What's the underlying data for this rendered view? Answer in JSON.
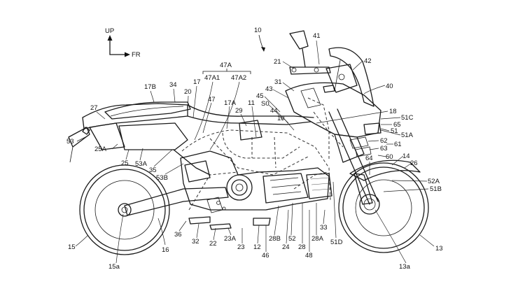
{
  "axes": {
    "up": "UP",
    "forward": "FR"
  },
  "figure_ref": "10",
  "group_label": "47A",
  "labels": {
    "l15a": "15a",
    "l15": "15",
    "l16": "16",
    "l36": "36",
    "l32": "32",
    "l22": "22",
    "l23A": "23A",
    "l23": "23",
    "l12": "12",
    "l46": "46",
    "l28B": "28B",
    "l24": "24",
    "l52": "52",
    "l28": "28",
    "l48": "48",
    "l28A": "28A",
    "l33": "33",
    "l51D": "51D",
    "l13a": "13a",
    "l13": "13",
    "l51B": "51B",
    "l52A": "52A",
    "l26": "26",
    "l14": "14",
    "l64": "64",
    "l60": "60",
    "l63": "63",
    "l62": "62",
    "l61": "61",
    "l51A": "51A",
    "l51": "51",
    "l65": "65",
    "l51C": "51C",
    "l18": "18",
    "l40": "40",
    "l42": "42",
    "l41": "41",
    "l21": "21",
    "l31": "31",
    "l43": "43",
    "l45": "45",
    "lS0": "S0",
    "l44": "44",
    "l19": "19",
    "l11": "11",
    "l29": "29",
    "l17A": "17A",
    "l47A1": "47A1",
    "l47A2": "47A2",
    "l47": "47",
    "l17": "17",
    "l20": "20",
    "l34": "34",
    "l17B": "17B",
    "l27": "27",
    "l53": "53",
    "l25A": "25A",
    "l25": "25",
    "l53A": "53A",
    "l35": "35",
    "l53B": "53B"
  }
}
